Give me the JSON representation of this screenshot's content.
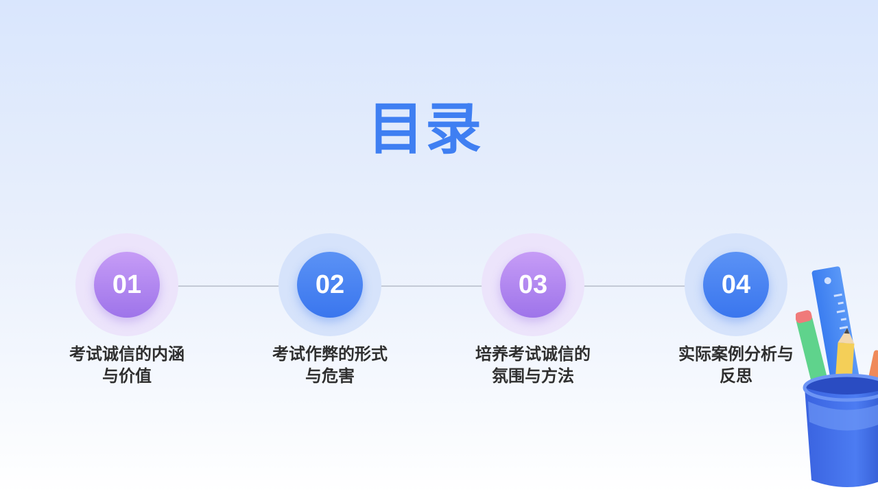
{
  "title": "目录",
  "items": [
    {
      "number": "01",
      "label_line1": "考试诚信的内涵",
      "label_line2": "与价值",
      "color": "purple"
    },
    {
      "number": "02",
      "label_line1": "考试作弊的形式",
      "label_line2": "与危害",
      "color": "blue"
    },
    {
      "number": "03",
      "label_line1": "培养考试诚信的",
      "label_line2": "氛围与方法",
      "color": "purple"
    },
    {
      "number": "04",
      "label_line1": "实际案例分析与",
      "label_line2": "反思",
      "color": "blue"
    }
  ],
  "colors": {
    "title": "#3f7ff2",
    "purple": "#a77cee",
    "blue": "#3a76ee",
    "label": "#2f2f2f"
  },
  "decor_icon": "stationery-cup-icon"
}
